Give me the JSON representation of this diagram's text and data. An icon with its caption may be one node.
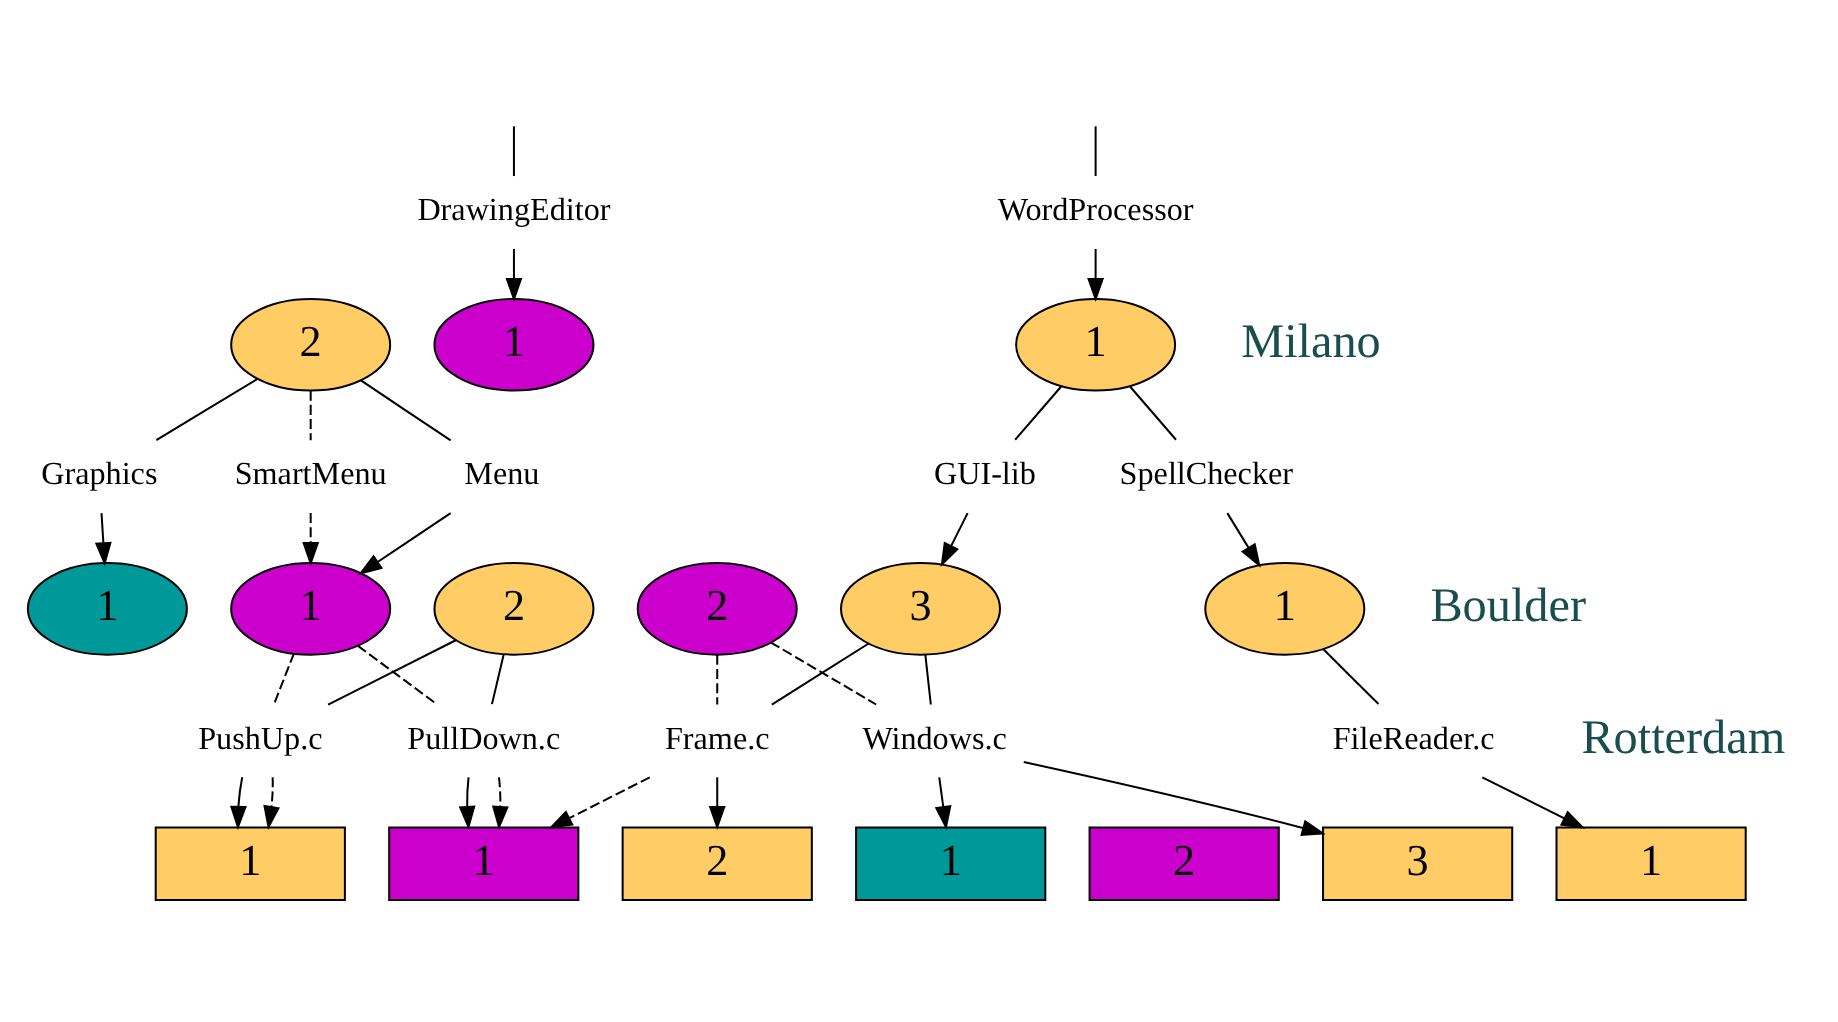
{
  "diagram": {
    "nodes": [
      {
        "text": [
          "WordProcessor"
        ]
      },
      {
        "text": [
          "1"
        ]
      },
      {
        "text": [
          "SpellChecker"
        ]
      },
      {
        "text": [
          "GUI-lib"
        ]
      },
      {
        "text": [
          "1"
        ]
      },
      {
        "text": [
          "FileReader.c"
        ]
      },
      {
        "text": [
          "1"
        ]
      },
      {
        "text": [
          "DrawingEditor"
        ]
      },
      {
        "text": [
          "1"
        ]
      },
      {
        "text": [
          "2"
        ]
      },
      {
        "text": [
          "Graphics"
        ]
      },
      {
        "text": [
          "Menu"
        ]
      },
      {
        "text": [
          "SmartMenu"
        ]
      },
      {
        "text": [
          "1"
        ]
      },
      {
        "text": [
          "2"
        ]
      },
      {
        "text": [
          "3"
        ]
      },
      {
        "text": [
          "1"
        ]
      },
      {
        "text": [
          "2"
        ]
      },
      {
        "text": [
          "Windows.c"
        ]
      },
      {
        "text": [
          "Frame.c"
        ]
      },
      {
        "text": [
          "PullDown.c"
        ]
      },
      {
        "text": [
          "PushUp.c"
        ]
      },
      {
        "text": [
          "1"
        ]
      },
      {
        "text": [
          "2"
        ]
      },
      {
        "text": [
          "3"
        ]
      },
      {
        "text": [
          "1"
        ]
      },
      {
        "text": [
          "2"
        ]
      },
      {
        "text": [
          "1"
        ]
      }
    ],
    "edges": [
      {
        "from": null,
        "to": 0,
        "arrow": "none"
      },
      {
        "from": 0,
        "to": 1,
        "arrow": "to"
      },
      {
        "from": 1,
        "to": 2,
        "arrow": "none"
      },
      {
        "from": 1,
        "to": 3,
        "arrow": "none"
      },
      {
        "from": 2,
        "to": 4,
        "arrow": "to"
      },
      {
        "from": 3,
        "to": 15,
        "arrow": "to"
      },
      {
        "from": 4,
        "to": 5,
        "arrow": "none"
      },
      {
        "from": 5,
        "to": 6,
        "arrow": "to"
      },
      {
        "from": null,
        "to": 7,
        "arrow": "none"
      },
      {
        "from": 7,
        "to": 8,
        "arrow": "to"
      },
      {
        "from": 9,
        "to": 10,
        "arrow": "none"
      },
      {
        "from": 9,
        "to": 11,
        "arrow": "none"
      },
      {
        "from": 9,
        "to": 12,
        "arrow": "none",
        "style": "dashed"
      },
      {
        "from": 10,
        "to": 13,
        "arrow": "to"
      },
      {
        "from": 11,
        "to": 16,
        "arrow": "to"
      },
      {
        "from": 12,
        "to": 16,
        "arrow": "to",
        "style": "dashed"
      },
      {
        "from": 15,
        "to": 18,
        "arrow": "none"
      },
      {
        "from": 14,
        "to": 18,
        "arrow": "none",
        "style": "dashed"
      },
      {
        "from": 15,
        "to": 19,
        "arrow": "none"
      },
      {
        "from": 14,
        "to": 19,
        "arrow": "none",
        "style": "dashed"
      },
      {
        "from": 17,
        "to": 20,
        "arrow": "none"
      },
      {
        "from": 16,
        "to": 20,
        "arrow": "none",
        "style": "dashed"
      },
      {
        "from": 17,
        "to": 21,
        "arrow": "none"
      },
      {
        "from": 16,
        "to": 21,
        "arrow": "none",
        "style": "dashed"
      },
      {
        "from": 18,
        "to": 22,
        "arrow": "to"
      },
      {
        "from": 18,
        "to": 24,
        "arrow": "to"
      },
      {
        "from": 19,
        "to": 26,
        "arrow": "to"
      },
      {
        "from": 19,
        "to": 25,
        "arrow": "to",
        "style": "dashed"
      },
      {
        "from": 20,
        "to": 25,
        "arrow": "to"
      },
      {
        "from": 20,
        "to": 25,
        "arrow": "to",
        "style": "dashed"
      },
      {
        "from": 21,
        "to": 27,
        "arrow": "to"
      },
      {
        "from": 21,
        "to": 27,
        "arrow": "to",
        "style": "dashed"
      }
    ],
    "labels": [
      "Milano",
      "Boulder",
      "Rotterdam"
    ]
  }
}
